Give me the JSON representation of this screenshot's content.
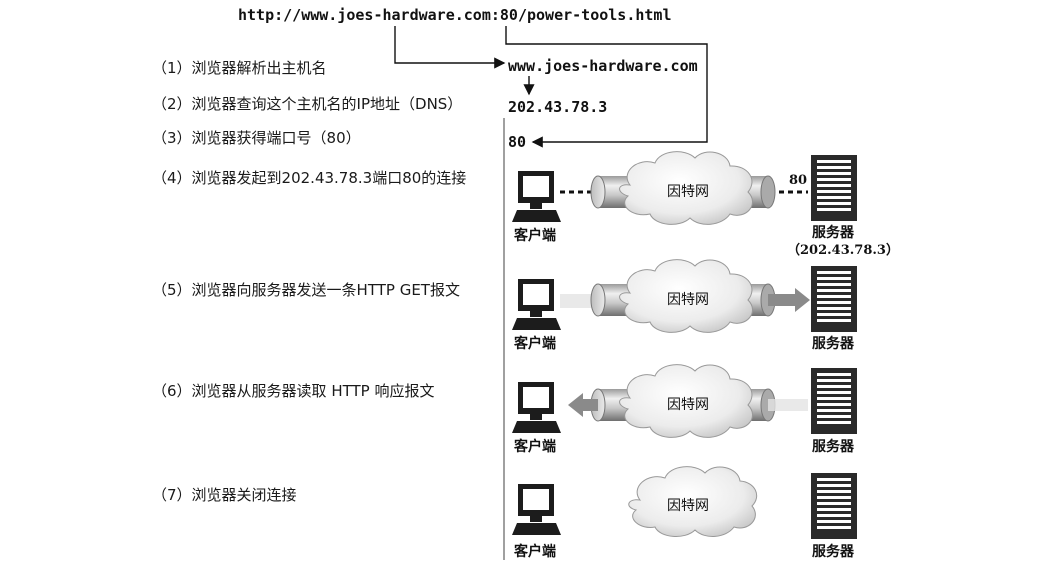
{
  "url": "http://www.joes-hardware.com:80/power-tools.html",
  "resolved_host": "www.joes-hardware.com",
  "resolved_ip": "202.43.78.3",
  "resolved_port": "80",
  "steps": [
    "（1）浏览器解析出主机名",
    "（2）浏览器查询这个主机名的IP地址（DNS）",
    "（3）浏览器获得端口号（80）",
    "（4）浏览器发起到202.43.78.3端口80的连接",
    "（5）浏览器向服务器发送一条HTTP GET报文",
    "（6）浏览器从服务器读取 HTTP 响应报文",
    "（7）浏览器关闭连接"
  ],
  "client_label": "客户端",
  "server_label": "服务器",
  "internet_label": "因特网",
  "server_ip_label": "（202.43.78.3）",
  "connection_port_label": "80"
}
